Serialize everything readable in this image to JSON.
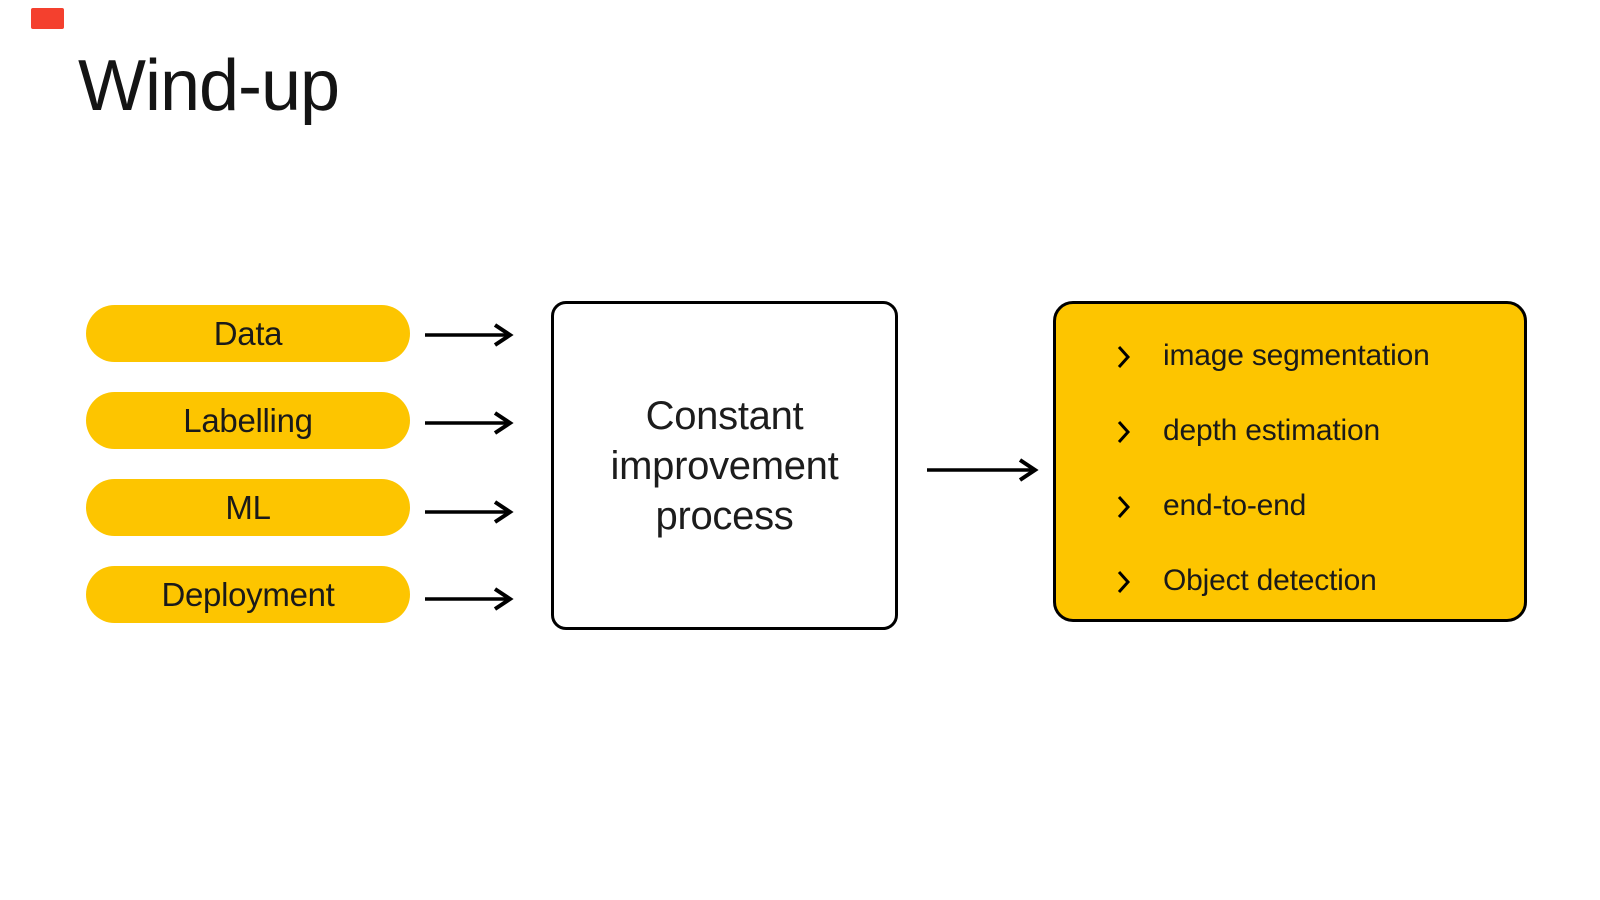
{
  "slide": {
    "title": "Wind-up",
    "stages": [
      "Data",
      "Labelling",
      "ML",
      "Deployment"
    ],
    "process": "Constant improvement process",
    "outputs": [
      "image segmentation",
      "depth estimation",
      "end-to-end",
      "Object detection"
    ],
    "icons": {
      "stage_connector": "arrow-right-icon",
      "output_bullet": "chevron-right-icon"
    },
    "colors": {
      "yellow": "#fdc500",
      "marker_red": "#f4402e",
      "ink": "#000000"
    }
  }
}
